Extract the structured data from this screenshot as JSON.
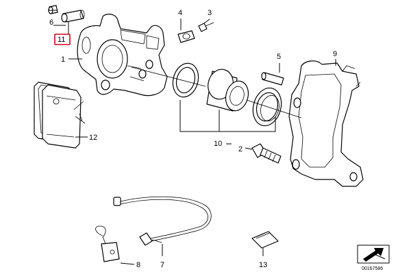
{
  "diagram": {
    "highlight_color": "#d0021b",
    "callouts": {
      "c1": "1",
      "c2": "2",
      "c3": "3",
      "c4": "4",
      "c5": "5",
      "c6": "6",
      "c7": "7",
      "c8": "8",
      "c9": "9",
      "c10": "10",
      "c11": "11",
      "c12": "12",
      "c13": "13"
    },
    "highlighted_callout": "11",
    "document_id": "00167586",
    "corner_icon": "arrow-icon"
  }
}
